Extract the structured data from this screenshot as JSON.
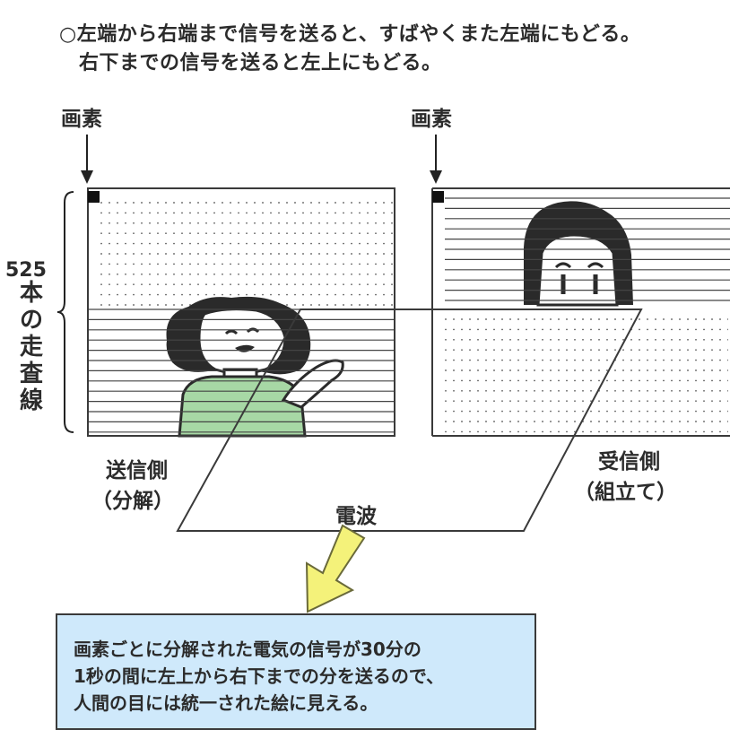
{
  "header": {
    "line1": "○左端から右端まで信号を送ると、すばやくまた左端にもどる。",
    "line2": "右下までの信号を送ると左上にもどる。"
  },
  "labels": {
    "pixel_left": "画素",
    "pixel_right": "画素",
    "sender_line1": "送信側",
    "sender_line2": "（分解）",
    "receiver_line1": "受信側",
    "receiver_line2": "（組立て）",
    "radio_wave": "電波"
  },
  "scan_lines": {
    "number": "525",
    "chars": [
      "本",
      "の",
      "走",
      "査",
      "線"
    ]
  },
  "note": {
    "line1": "画素ごとに分解された電気の信号が30分の",
    "line2": "1秒の間に左上から右下までの分を送るので、",
    "line3": "人間の目には統一された絵に見える。"
  },
  "colors": {
    "sweater": "#a7d8a5",
    "note_bg": "#cfe9fb",
    "arrow_fill": "#f4f27a",
    "line": "#3a3a3a"
  }
}
